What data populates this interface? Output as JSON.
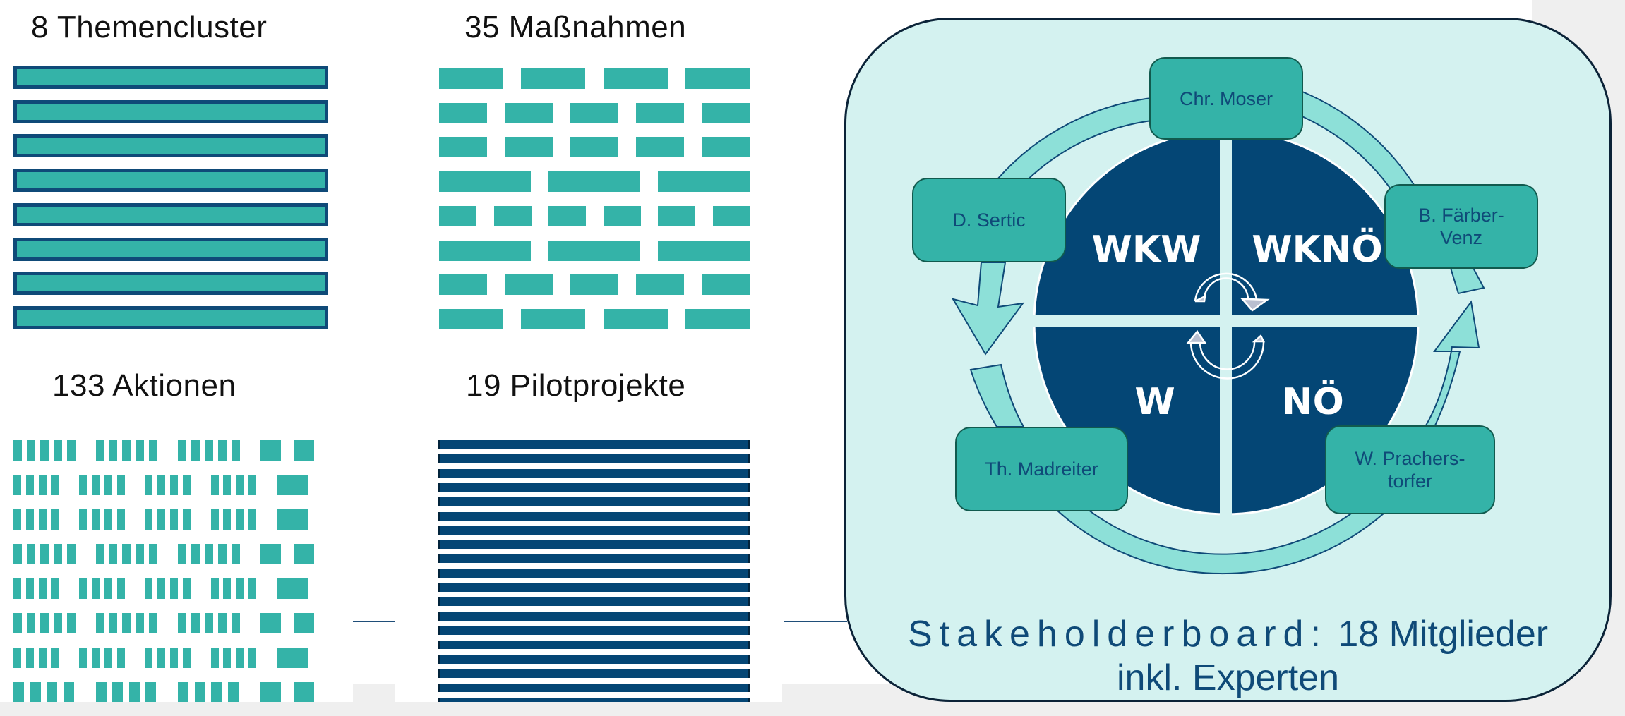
{
  "tiles": {
    "themencluster": {
      "title": "8 Themencluster",
      "count": 8
    },
    "massnahmen": {
      "title": "35 Maßnahmen",
      "count": 35,
      "bars_per_row": [
        4,
        5,
        5,
        3,
        6,
        3,
        5,
        4
      ]
    },
    "aktionen": {
      "title": "133 Aktionen",
      "count": 133
    },
    "pilotprojekte": {
      "title": "19 Pilotprojekte",
      "count": 19
    }
  },
  "stakeholderboard": {
    "quadrants": [
      {
        "id": "top-left",
        "label": "WKW"
      },
      {
        "id": "top-right",
        "label": "WKNÖ"
      },
      {
        "id": "bottom-left",
        "label": "W"
      },
      {
        "id": "bottom-right",
        "label": "NÖ"
      }
    ],
    "members": [
      {
        "id": "moser",
        "lines": [
          "Chr. Moser"
        ]
      },
      {
        "id": "sertic",
        "lines": [
          "D. Sertic"
        ]
      },
      {
        "id": "faerber-venz",
        "lines": [
          "B. Färber-",
          "Venz"
        ]
      },
      {
        "id": "madreiter",
        "lines": [
          "Th. Madreiter"
        ]
      },
      {
        "id": "prachers-torfer",
        "lines": [
          "W. Prachers-",
          "torfer"
        ]
      }
    ],
    "caption_spaced": "Stakeholderboard:",
    "caption_rest": " 18 Mitglieder",
    "caption_line2": "inkl. Experten"
  },
  "colors": {
    "teal": "#34b3a8",
    "navy": "#044675",
    "panel_bg": "#d4f2f0",
    "ring": "#8de0d8",
    "text_blue": "#0f4a78"
  }
}
